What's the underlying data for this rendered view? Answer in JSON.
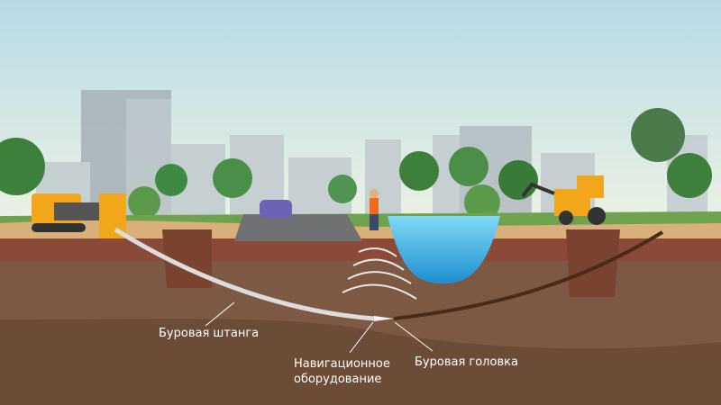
{
  "title": "Horizontal directional drilling diagram",
  "labels": {
    "drill_rod": "Буровая штанга",
    "navigation_line1": "Навигационное",
    "navigation_line2": "оборудование",
    "drill_head": "Буровая головка"
  },
  "colors": {
    "sky_top": "#b9dbe6",
    "sky_bottom": "#eef3e4",
    "soil_top": "#8b4a37",
    "soil_mid": "#7d5843",
    "soil_deep": "#6d4c37",
    "water": "#3fb8e6",
    "machine": "#f2a71b"
  }
}
